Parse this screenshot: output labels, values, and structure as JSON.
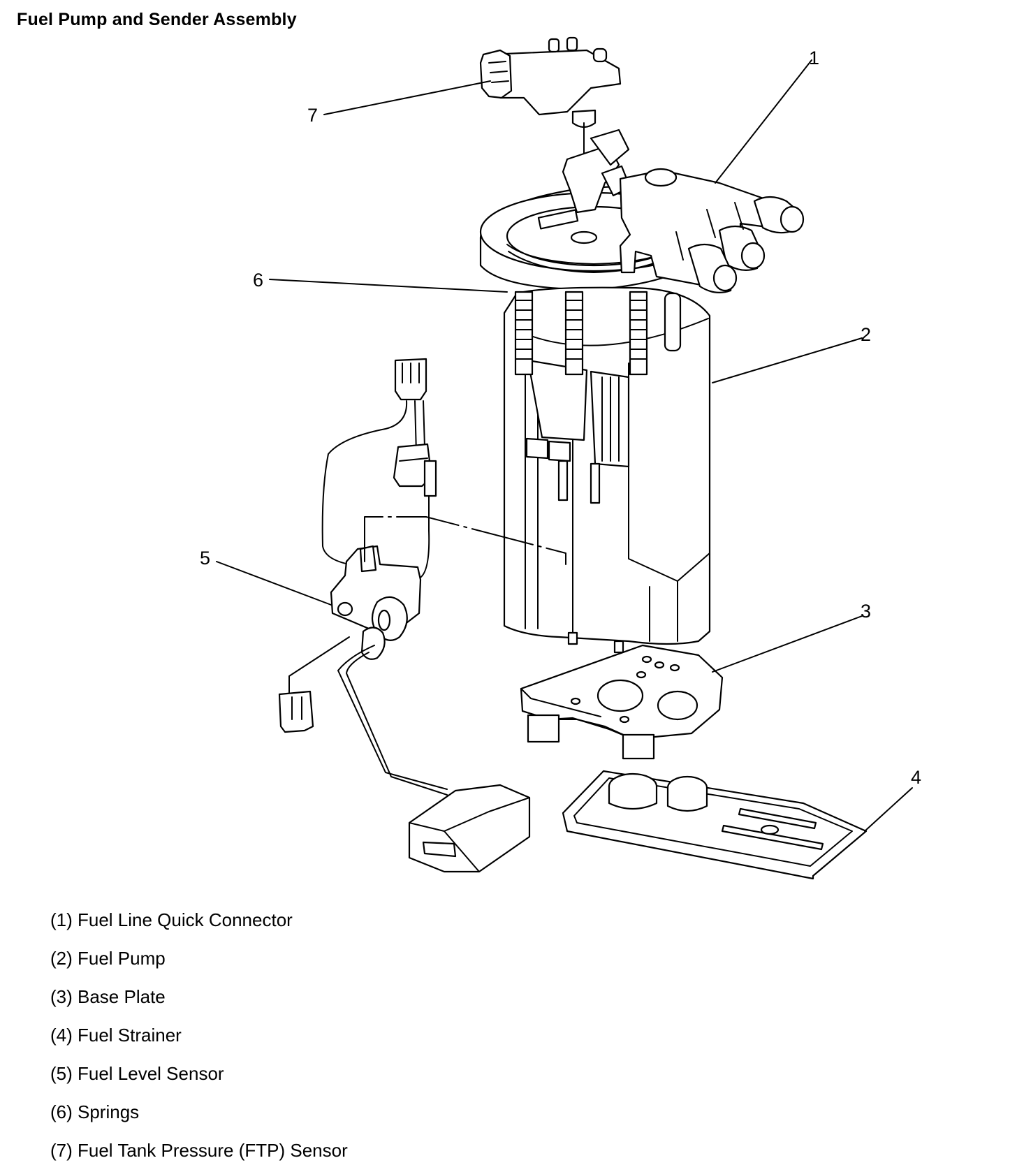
{
  "title": "Fuel Pump and Sender Assembly",
  "callouts": [
    "1",
    "2",
    "3",
    "4",
    "5",
    "6",
    "7"
  ],
  "legend": [
    "(1) Fuel Line Quick Connector",
    "(2) Fuel Pump",
    "(3) Base Plate",
    "(4) Fuel Strainer",
    "(5) Fuel Level Sensor",
    "(6) Springs",
    "(7) Fuel Tank Pressure (FTP) Sensor"
  ]
}
